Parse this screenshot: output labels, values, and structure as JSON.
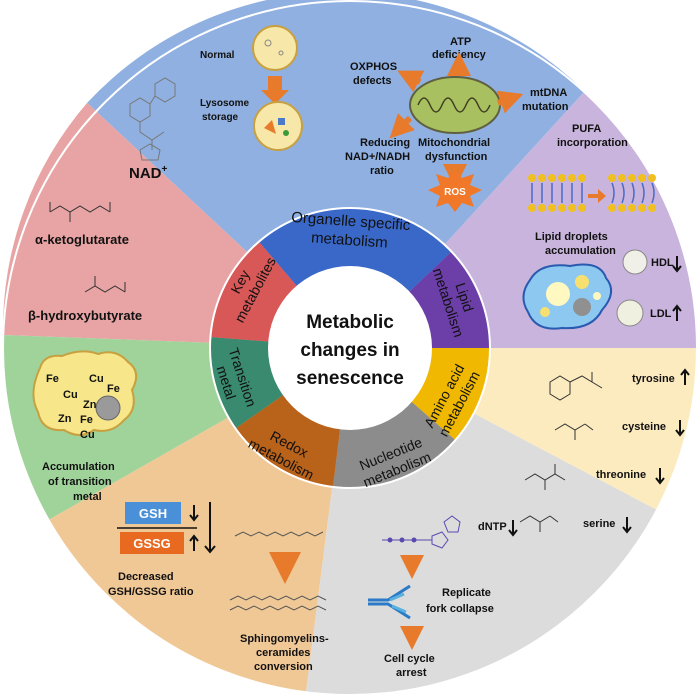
{
  "center": {
    "line1": "Metabolic",
    "line2": "changes in",
    "line3": "senescence"
  },
  "inner_ring": {
    "organelle": {
      "line1": "Organelle specific",
      "line2": "metabolism"
    },
    "lipid": {
      "line1": "Lipid",
      "line2": "metabolism"
    },
    "amino": {
      "line1": "Amino acid",
      "line2": "metabolism"
    },
    "nucleotide": {
      "line1": "Nucleotide",
      "line2": "metabolism"
    },
    "redox": {
      "line1": "Redox",
      "line2": "metabolism"
    },
    "transition": {
      "line1": "Transition",
      "line2": "metal"
    },
    "key": {
      "line1": "Key",
      "line2": "metabolites"
    }
  },
  "organelle": {
    "normal": "Normal",
    "lysosome1": "Lysosome",
    "lysosome2": "storage",
    "atp1": "ATP",
    "atp2": "deficiency",
    "oxphos1": "OXPHOS",
    "oxphos2": "defects",
    "mtdna1": "mtDNA",
    "mtdna2": "mutation",
    "reducing1": "Reducing",
    "reducing2": "NAD+/NADH",
    "reducing3": "ratio",
    "mito1": "Mitochondrial",
    "mito2": "dysfunction",
    "ros": "ROS"
  },
  "lipid": {
    "pufa1": "PUFA",
    "pufa2": "incorporation",
    "droplets1": "Lipid droplets",
    "droplets2": "accumulation",
    "hdl": "HDL",
    "ldl": "LDL"
  },
  "amino": {
    "tyrosine": "tyrosine",
    "cysteine": "cysteine",
    "threonine": "threonine",
    "serine": "serine"
  },
  "nucleotide": {
    "dntp": "dNTP",
    "replicate1": "Replicate",
    "replicate2": "fork collapse",
    "arrest1": "Cell cycle",
    "arrest2": "arrest"
  },
  "redox": {
    "gsh": "GSH",
    "gssg": "GSSG",
    "ratio1": "Decreased",
    "ratio2": "GSH/GSSG ratio",
    "sphingo1": "Sphingomyelins-",
    "sphingo2": "ceramides",
    "sphingo3": "conversion"
  },
  "transition": {
    "acc1": "Accumulation",
    "acc2": "of transition",
    "acc3": "metal",
    "metals": [
      "Fe",
      "Cu",
      "Cu",
      "Fe",
      "Zn",
      "Zn",
      "Fe",
      "Cu"
    ]
  },
  "key": {
    "nad": "NAD",
    "nad_sup": "+",
    "akg": "α-ketoglutarate",
    "bhb": "β-hydroxybutyrate"
  },
  "colors": {
    "organelle": "#8fb0e0",
    "lipid": "#c8b4dc",
    "amino": "#fdebc0",
    "nucleotide": "#dcdcdc",
    "redox": "#f0c896",
    "transition": "#9fd39a",
    "key": "#e8a4a4"
  }
}
